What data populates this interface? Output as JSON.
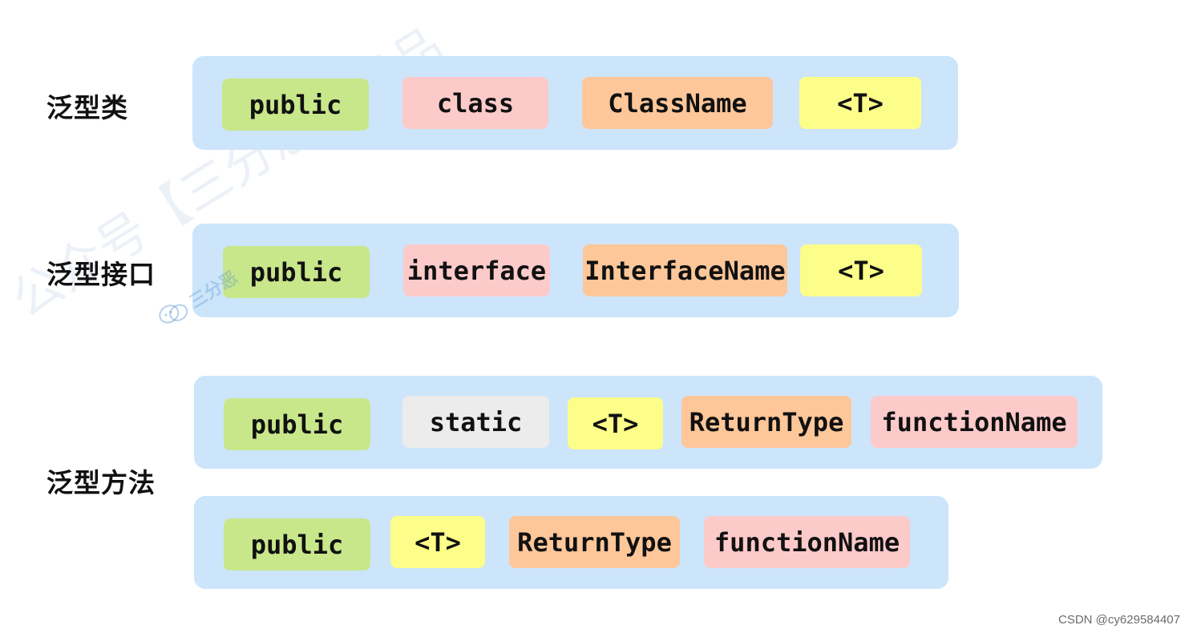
{
  "watermarks": {
    "main": "公众号【三分恶】出品",
    "secondary": "三分恶"
  },
  "labels": {
    "generic_class": "泛型类",
    "generic_interface": "泛型接口",
    "generic_method": "泛型方法"
  },
  "rows": {
    "class_row": [
      "public",
      "class",
      "ClassName",
      "<T>"
    ],
    "interface_row": [
      "public",
      "interface",
      "InterfaceName",
      "<T>"
    ],
    "method_row_1": [
      "public",
      "static",
      "<T>",
      "ReturnType",
      "functionName"
    ],
    "method_row_2": [
      "public",
      "<T>",
      "ReturnType",
      "functionName"
    ]
  },
  "colors": {
    "row_background": "#cce5fb",
    "public": "#c8e78a",
    "keyword": "#fdcaca",
    "name": "#fec79a",
    "type_param": "#fdfd8a",
    "static": "#ececec"
  },
  "footer": {
    "credit": "CSDN @cy629584407"
  }
}
